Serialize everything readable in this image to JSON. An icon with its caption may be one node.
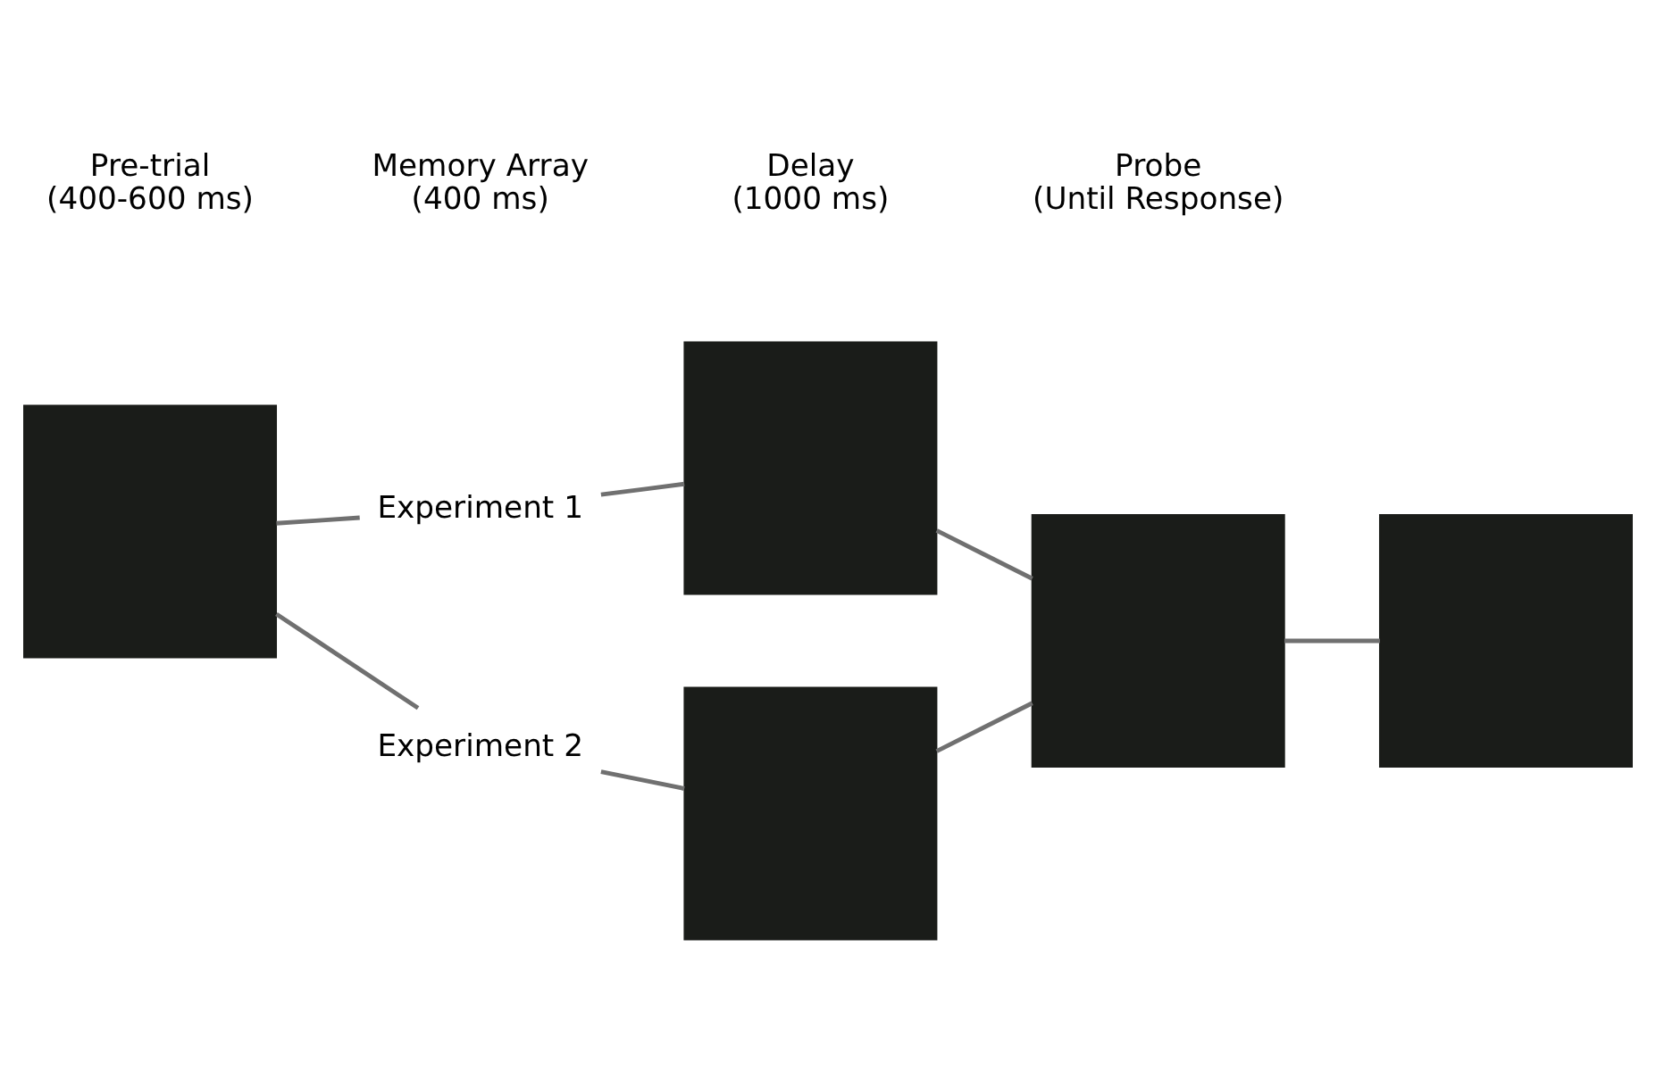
{
  "diagram": {
    "nodes": [
      {
        "text": [
          "Experiment 1"
        ]
      },
      {
        "text": [
          "Experiment 2"
        ]
      },
      {
        "text": [],
        "shape": "box"
      },
      {
        "text": [],
        "shape": "box"
      },
      {
        "text": [],
        "shape": "box"
      },
      {
        "text": [],
        "shape": "box"
      },
      {
        "text": [],
        "shape": "box"
      }
    ],
    "edges": [
      {
        "from": 2,
        "to": 0,
        "arrow": "none"
      },
      {
        "from": 0,
        "to": 3,
        "arrow": "none"
      },
      {
        "from": 2,
        "to": 1,
        "arrow": "none"
      },
      {
        "from": 1,
        "to": 4,
        "arrow": "none"
      },
      {
        "from": 3,
        "to": 5,
        "arrow": "none"
      },
      {
        "from": 4,
        "to": 5,
        "arrow": "none"
      },
      {
        "from": 5,
        "to": 6,
        "arrow": "none"
      }
    ],
    "labels": [
      "Pre-trial (400-600 ms)",
      "Memory Array (400 ms)",
      "Delay (1000 ms)",
      "Probe (Until Response)"
    ]
  }
}
